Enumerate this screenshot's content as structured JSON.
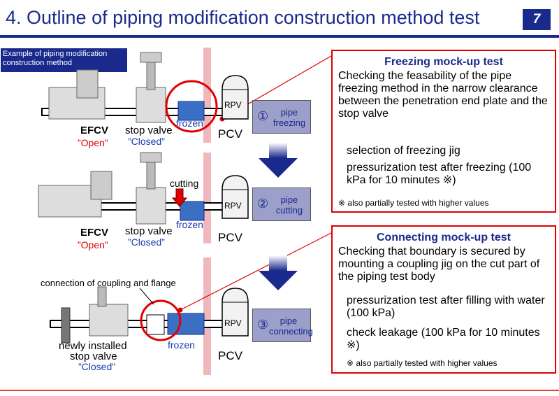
{
  "title": "4. Outline of piping modification construction method test",
  "page_number": "7",
  "example_label": "Example of piping modification construction method",
  "steps": [
    {
      "num": "①",
      "label": "pipe freezing"
    },
    {
      "num": "②",
      "label": "pipe cutting"
    },
    {
      "num": "③",
      "label": "pipe connecting"
    }
  ],
  "diagram": {
    "efcv": "EFCV",
    "open": "”Open”",
    "stop_valve": "stop valve",
    "closed": "”Closed”",
    "frozen": "frozen",
    "pcv": "PCV",
    "rpv": "RPV",
    "cutting": "cutting",
    "connection": "connection of coupling and flange",
    "newly_installed": "newly installed",
    "stop_valve_lower": "stop valve"
  },
  "freezing_box": {
    "heading": "Freezing mock-up test",
    "text": "Checking the feasability of the pipe freezing method in the narrow clearance between the penetration end plate and the stop valve",
    "item1": "selection of freezing jig",
    "item2": "pressurization test after freezing (100 kPa for 10 minutes ※)",
    "note": "※ also partially tested with higher values"
  },
  "connecting_box": {
    "heading": "Connecting mock-up test",
    "text": "Checking that boundary is secured by mounting a coupling jig on the cut part of the piping test body",
    "item1": "pressurization test after filling with water (100 kPa)",
    "item2": "check leakage (100 kPa for 10 minutes ※)",
    "note": "※ also partially tested with higher values"
  },
  "colors": {
    "navy": "#1a2a8c",
    "red": "#e00000",
    "pipe_blue": "#3a6fc4",
    "step_bg": "#9b9fc9"
  }
}
